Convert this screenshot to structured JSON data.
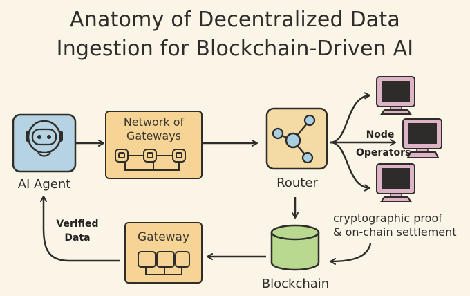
{
  "title": {
    "line1": "Anatomy of Decentralized Data",
    "line2": "Ingestion for Blockchain-Driven AI"
  },
  "nodes": {
    "ai_agent": {
      "label": "AI Agent",
      "icon": "robot-icon",
      "color": "#b6d3e3"
    },
    "network_of_gateways": {
      "line1": "Network of",
      "line2": "Gateways",
      "icon": "connected-nodes-icon",
      "color": "#f6d495"
    },
    "router": {
      "label": "Router",
      "icon": "network-hub-icon",
      "color": "#f4dba6"
    },
    "node_operators": {
      "line1": "Node",
      "line2": "Operators",
      "icon": "computer-monitor-icon",
      "count": 3,
      "color": "#dcb4c6"
    },
    "blockchain": {
      "label": "Blockchain",
      "icon": "database-cylinder-icon",
      "color": "#b8d98f"
    },
    "gateway": {
      "label": "Gateway",
      "icon": "connected-nodes-icon",
      "color": "#f6d495"
    }
  },
  "annotations": {
    "proof_line1": "cryptographic proof",
    "proof_line2": "& on-chain settlement",
    "verified_line1": "Verified",
    "verified_line2": "Data"
  },
  "colors": {
    "background": "#fbf5e8",
    "stroke": "#2f2d2a"
  }
}
